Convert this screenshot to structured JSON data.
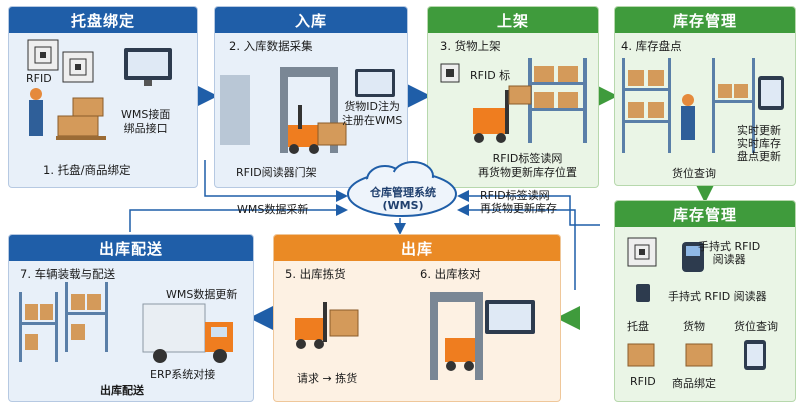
{
  "colors": {
    "blue": "#1f5ea8",
    "green": "#3f9b3c",
    "orange": "#ea8a25",
    "box": "#d49a5a",
    "rack": "#5a7fa8",
    "forklift": "#ef7d1f"
  },
  "panels": {
    "binding": {
      "title": "托盘绑定",
      "rfid": "RFID",
      "wms": "WMS接面\n绑品接口",
      "step": "1. 托盘/商品绑定"
    },
    "inbound": {
      "title": "入库",
      "step": "2. 入库数据采集",
      "reg": "货物ID注为\n注册在WMS",
      "gate": "RFID阅读器门架"
    },
    "shelving": {
      "title": "上架",
      "step": "3. 货物上架",
      "rfid": "RFID 标",
      "update": "RFID标签读网\n再货物更新库存位置"
    },
    "inventory_top": {
      "title": "库存管理",
      "step": "4. 库存盘点",
      "realtime": "实时更新\n实时库存\n盘点更新",
      "query": "货位查询"
    },
    "outbound_delivery": {
      "title": "出库配送",
      "step": "7. 车辆装载与配送",
      "wms": "WMS数据更新",
      "erp": "ERP系统对接",
      "label": "出库配送"
    },
    "outbound": {
      "title": "出库",
      "pick": "5. 出库拣货",
      "check": "6. 出库核对",
      "request": "请求 → 拣货"
    },
    "inventory_right": {
      "title": "库存管理",
      "handheld1": "手持式 RFID\n阅读器",
      "handheld2": "手持式 RFID 阅读器",
      "cat1": "托盘",
      "cat2": "货物",
      "cat3": "货位查询",
      "lab1": "RFID",
      "lab2": "商品绑定"
    }
  },
  "center": {
    "line1": "仓库管理系统",
    "line2": "(WMS)"
  },
  "annotations": {
    "wms_refresh": "WMS数据采新",
    "rfid_read": "RFID标签读网\n再货物更新库存"
  }
}
